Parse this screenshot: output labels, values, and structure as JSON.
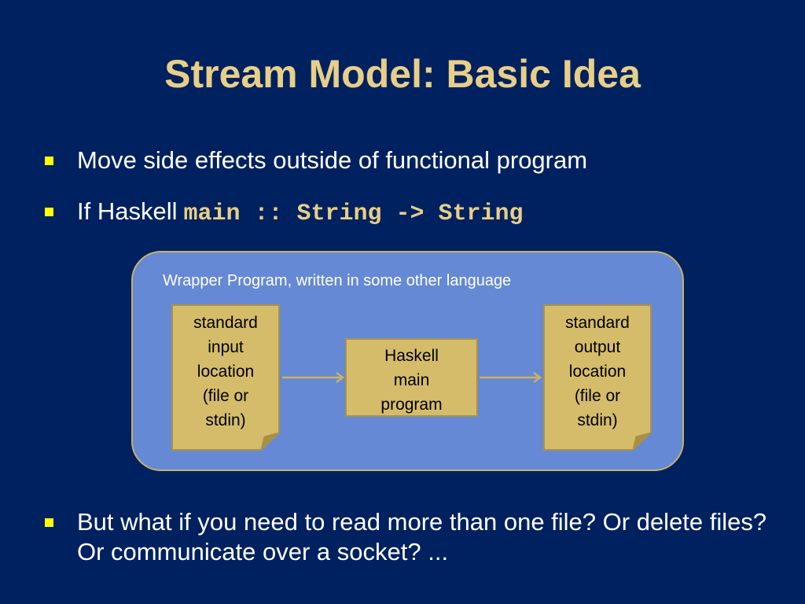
{
  "slide": {
    "title": "Stream Model: Basic Idea",
    "bullets": [
      {
        "text": "Move side effects outside of functional program"
      },
      {
        "text": "If Haskell",
        "code": "main :: String -> String"
      },
      {
        "text": "But what if you need to read more than one file? Or delete files? Or communicate over a socket? ..."
      }
    ]
  },
  "diagram": {
    "wrapper_label": "Wrapper Program, written in some other language",
    "input_doc": "standard\ninput\nlocation\n(file or\nstdin)",
    "main_box": "Haskell\nmain\nprogram",
    "output_doc": "standard\noutput\nlocation\n(file or\nstdin)"
  },
  "colors": {
    "background": "#00215f",
    "title": "#e8cf87",
    "bullet_marker": "#ffff00",
    "wrapper_fill": "#6589d4",
    "box_fill": "#d4bc6a"
  }
}
